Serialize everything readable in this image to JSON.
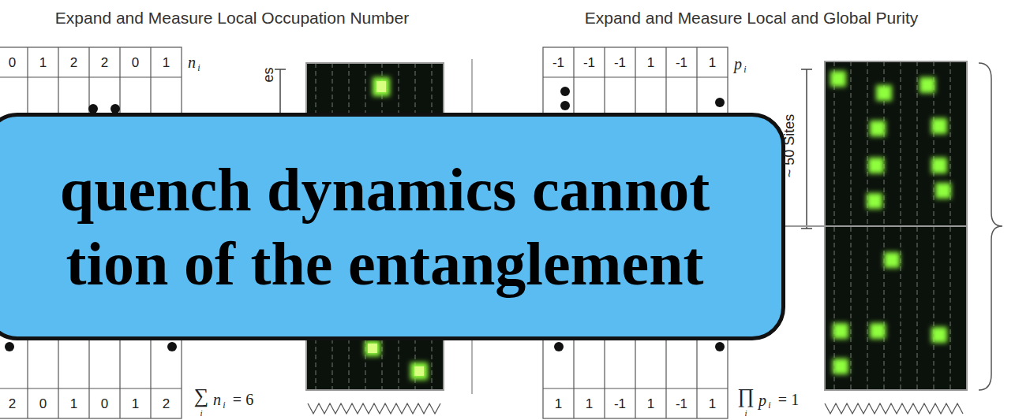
{
  "diagram": {
    "nodes": [
      {
        "text": [
          "quench dynamics cannot tion of the entanglement"
        ]
      }
    ],
    "labels": [
      "Expand and Measure Local Occupation Number",
      "Expand and Measure Local and Global Purity",
      "0",
      "1",
      "2",
      "2",
      "0",
      "1",
      "n",
      "i",
      "es",
      "-1",
      "-1",
      "-1",
      "1",
      "-1",
      "1",
      "p",
      "i",
      "~ 50 Sites",
      "2",
      "0",
      "1",
      "0",
      "1",
      "2",
      "∑",
      "i",
      "n",
      "i",
      "= 6",
      "1",
      "1",
      "-1",
      "1",
      "-1",
      "1",
      "∏",
      "i",
      "p",
      "i",
      "= 1"
    ]
  }
}
